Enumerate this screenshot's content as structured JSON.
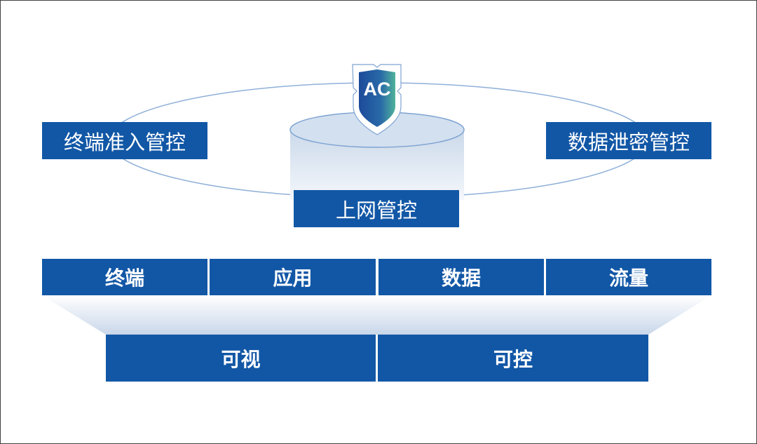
{
  "top": {
    "left_label": "终端准入管控",
    "right_label": "数据泄密管控",
    "center_label": "上网管控",
    "shield_text": "AC"
  },
  "row": [
    "终端",
    "应用",
    "数据",
    "流量"
  ],
  "bottom": [
    "可视",
    "可控"
  ],
  "colors": {
    "primary": "#1257a6",
    "shield_start": "#1c4a9a",
    "shield_end": "#4fb39a"
  }
}
